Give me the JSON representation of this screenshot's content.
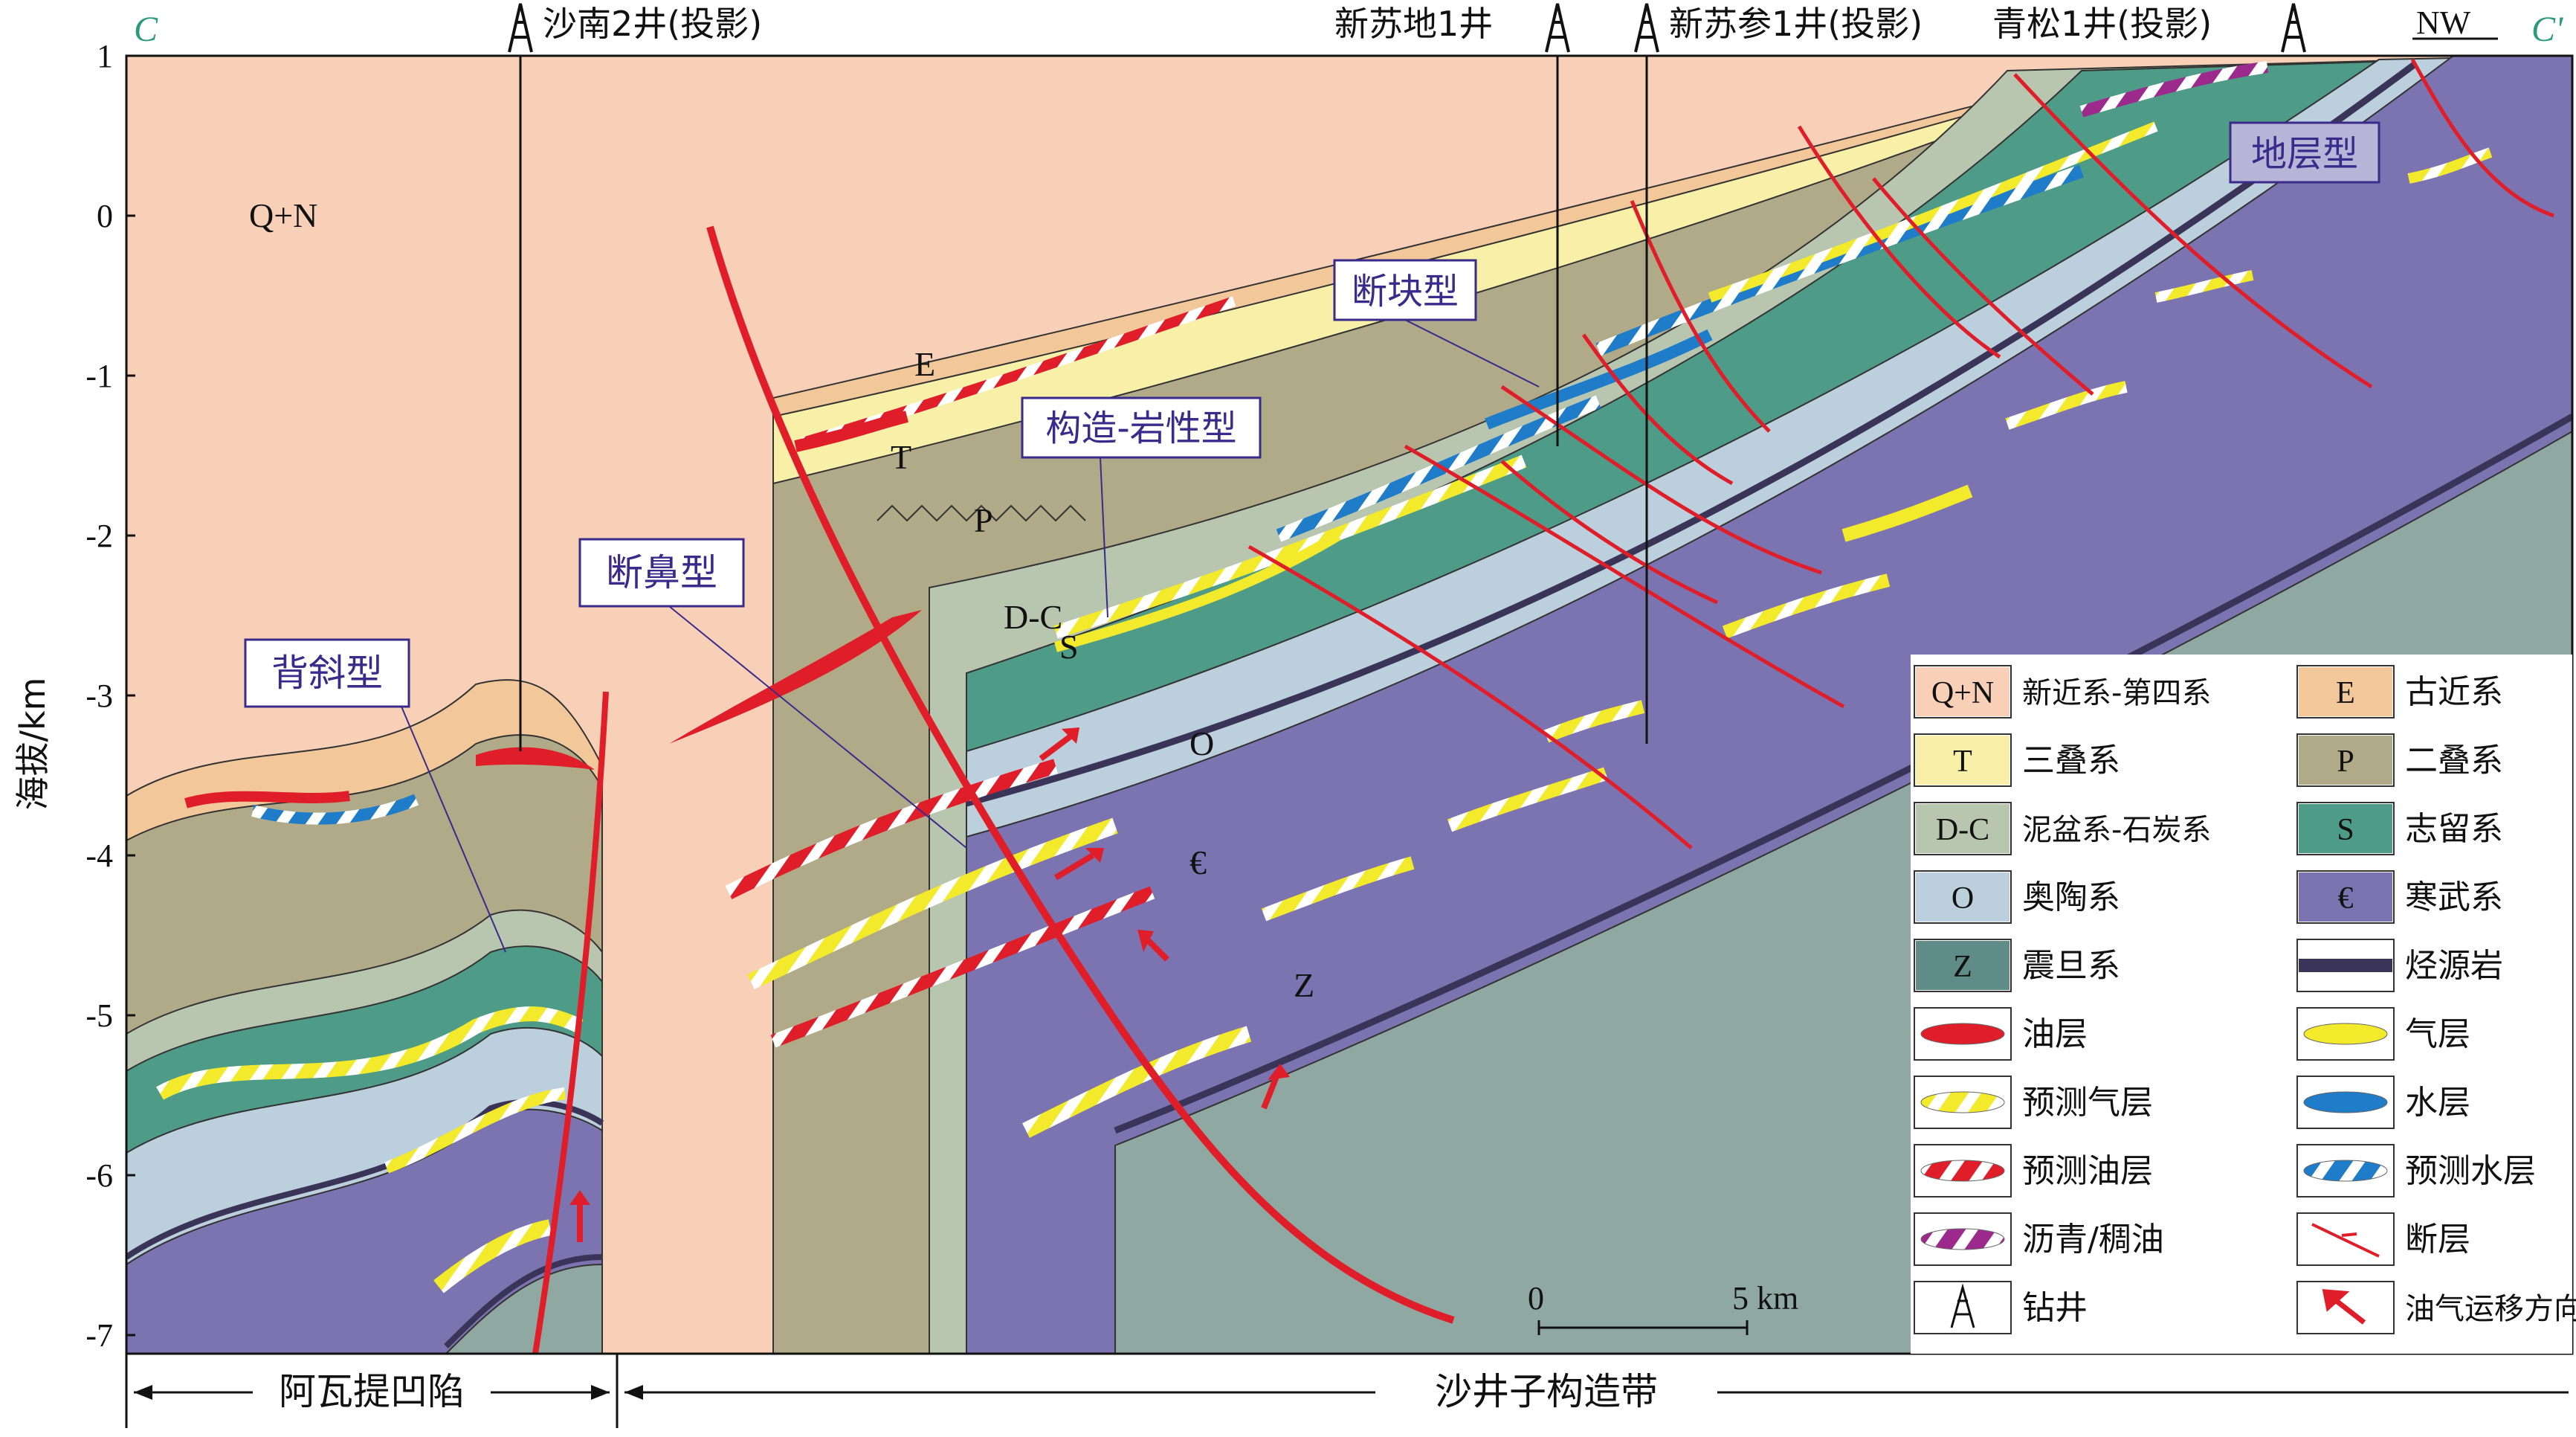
{
  "section": {
    "left_end": "C",
    "right_end": "C'",
    "direction": "NW"
  },
  "axis": {
    "ylabel": "海拔/km",
    "ticks": [
      "1",
      "0",
      "-1",
      "-2",
      "-3",
      "-4",
      "-5",
      "-6",
      "-7"
    ]
  },
  "wells": [
    {
      "label": "沙南2井(投影)"
    },
    {
      "label": "新苏地1井"
    },
    {
      "label": "新苏参1井(投影)"
    },
    {
      "label": "青松1井(投影)"
    }
  ],
  "strata_labels": {
    "qn": "Q+N",
    "e": "E",
    "t": "T",
    "p": "P",
    "dc": "D-C",
    "s": "S",
    "o": "O",
    "cam": "€",
    "z": "Z"
  },
  "callouts": {
    "anticline": "背斜型",
    "fault_nose": "断鼻型",
    "fault_block": "断块型",
    "structural_lithologic": "构造-岩性型",
    "stratigraphic": "地层型"
  },
  "scale_bar": {
    "start": "0",
    "end": "5 km"
  },
  "regions": {
    "left": "阿瓦提凹陷",
    "right": "沙井子构造带"
  },
  "legend": [
    {
      "key": "qn",
      "code": "Q+N",
      "label": "新近系-第四系",
      "color": "#f8d0b8"
    },
    {
      "key": "e",
      "code": "E",
      "label": "古近系",
      "color": "#f2c89a"
    },
    {
      "key": "t",
      "code": "T",
      "label": "三叠系",
      "color": "#f8f0a8"
    },
    {
      "key": "p",
      "code": "P",
      "label": "二叠系",
      "color": "#b0aa88"
    },
    {
      "key": "dc",
      "code": "D-C",
      "label": "泥盆系-石炭系",
      "color": "#b8c6b0"
    },
    {
      "key": "s",
      "code": "S",
      "label": "志留系",
      "color": "#4e9c88"
    },
    {
      "key": "o",
      "code": "O",
      "label": "奥陶系",
      "color": "#bccfdc"
    },
    {
      "key": "cam",
      "code": "€",
      "label": "寒武系",
      "color": "#7c74b0"
    },
    {
      "key": "z",
      "code": "Z",
      "label": "震旦系",
      "color": "#5f8c86"
    },
    {
      "key": "src",
      "code": "",
      "label": "烃源岩",
      "color": "#3a3558"
    },
    {
      "key": "oil",
      "code": "",
      "label": "油层",
      "color": "#e01e2a"
    },
    {
      "key": "gas",
      "code": "",
      "label": "气层",
      "color": "#f2ea2a"
    },
    {
      "key": "pgas",
      "code": "",
      "label": "预测气层",
      "color": "#f2ea2a"
    },
    {
      "key": "water",
      "code": "",
      "label": "水层",
      "color": "#1e7cc8"
    },
    {
      "key": "poil",
      "code": "",
      "label": "预测油层",
      "color": "#e01e2a"
    },
    {
      "key": "pwater",
      "code": "",
      "label": "预测水层",
      "color": "#3fa0e0"
    },
    {
      "key": "asphalt",
      "code": "",
      "label": "沥青/稠油",
      "color": "#9c2a8c"
    },
    {
      "key": "fault",
      "code": "",
      "label": "断层",
      "color": "#e01e2a"
    },
    {
      "key": "well",
      "code": "",
      "label": "钻井",
      "color": "#111111"
    },
    {
      "key": "migration",
      "code": "",
      "label": "油气运移方向",
      "color": "#e01e2a"
    }
  ]
}
